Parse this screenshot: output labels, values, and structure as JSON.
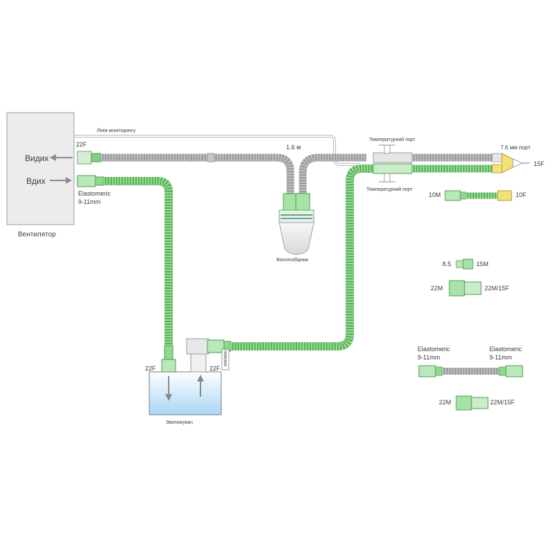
{
  "ventilator": {
    "name": "Вентилятор",
    "exhale_label": "Видих",
    "inhale_label": "Вдих",
    "exhale_port_size": "22F",
    "inhale_tube_type": "Elastomeric",
    "inhale_tube_diameter": "9-11mm"
  },
  "monitoring_line_label": "Лінія моніторингу",
  "tube_length_label": "1.6 м",
  "water_trap_label": "Вологозбірник",
  "temp_port_top_label": "Температурний порт",
  "temp_port_bottom_label": "Температурний порт",
  "port_76_label": "7.6 мм порт",
  "wye_size_label": "15F",
  "humidifier": {
    "name": "Зволожувач",
    "left_port": "22F",
    "right_port": "22F",
    "warning_text": "WARNING"
  },
  "accessories": {
    "adapter_10": {
      "left": "10M",
      "right": "10F"
    },
    "adapter_85": {
      "left": "8.5",
      "right": "15M"
    },
    "adapter_22_a": {
      "left": "22M",
      "right": "22M/15F"
    },
    "elastomeric_pair": {
      "left_type": "Elastomeric",
      "left_diameter": "9-11mm",
      "right_type": "Elastomeric",
      "right_diameter": "9-11mm"
    },
    "adapter_22_b": {
      "left": "22M",
      "right": "22M/15F"
    }
  },
  "colors": {
    "green_tube": "#8fd88f",
    "green_tube_dark": "#5bb35b",
    "grey_tube": "#a8a8a8",
    "yellow_connector": "#f2e27a",
    "ventilator_fill": "#ececec",
    "water_top": "#ffffff",
    "water_bottom": "#a9d6f5"
  }
}
